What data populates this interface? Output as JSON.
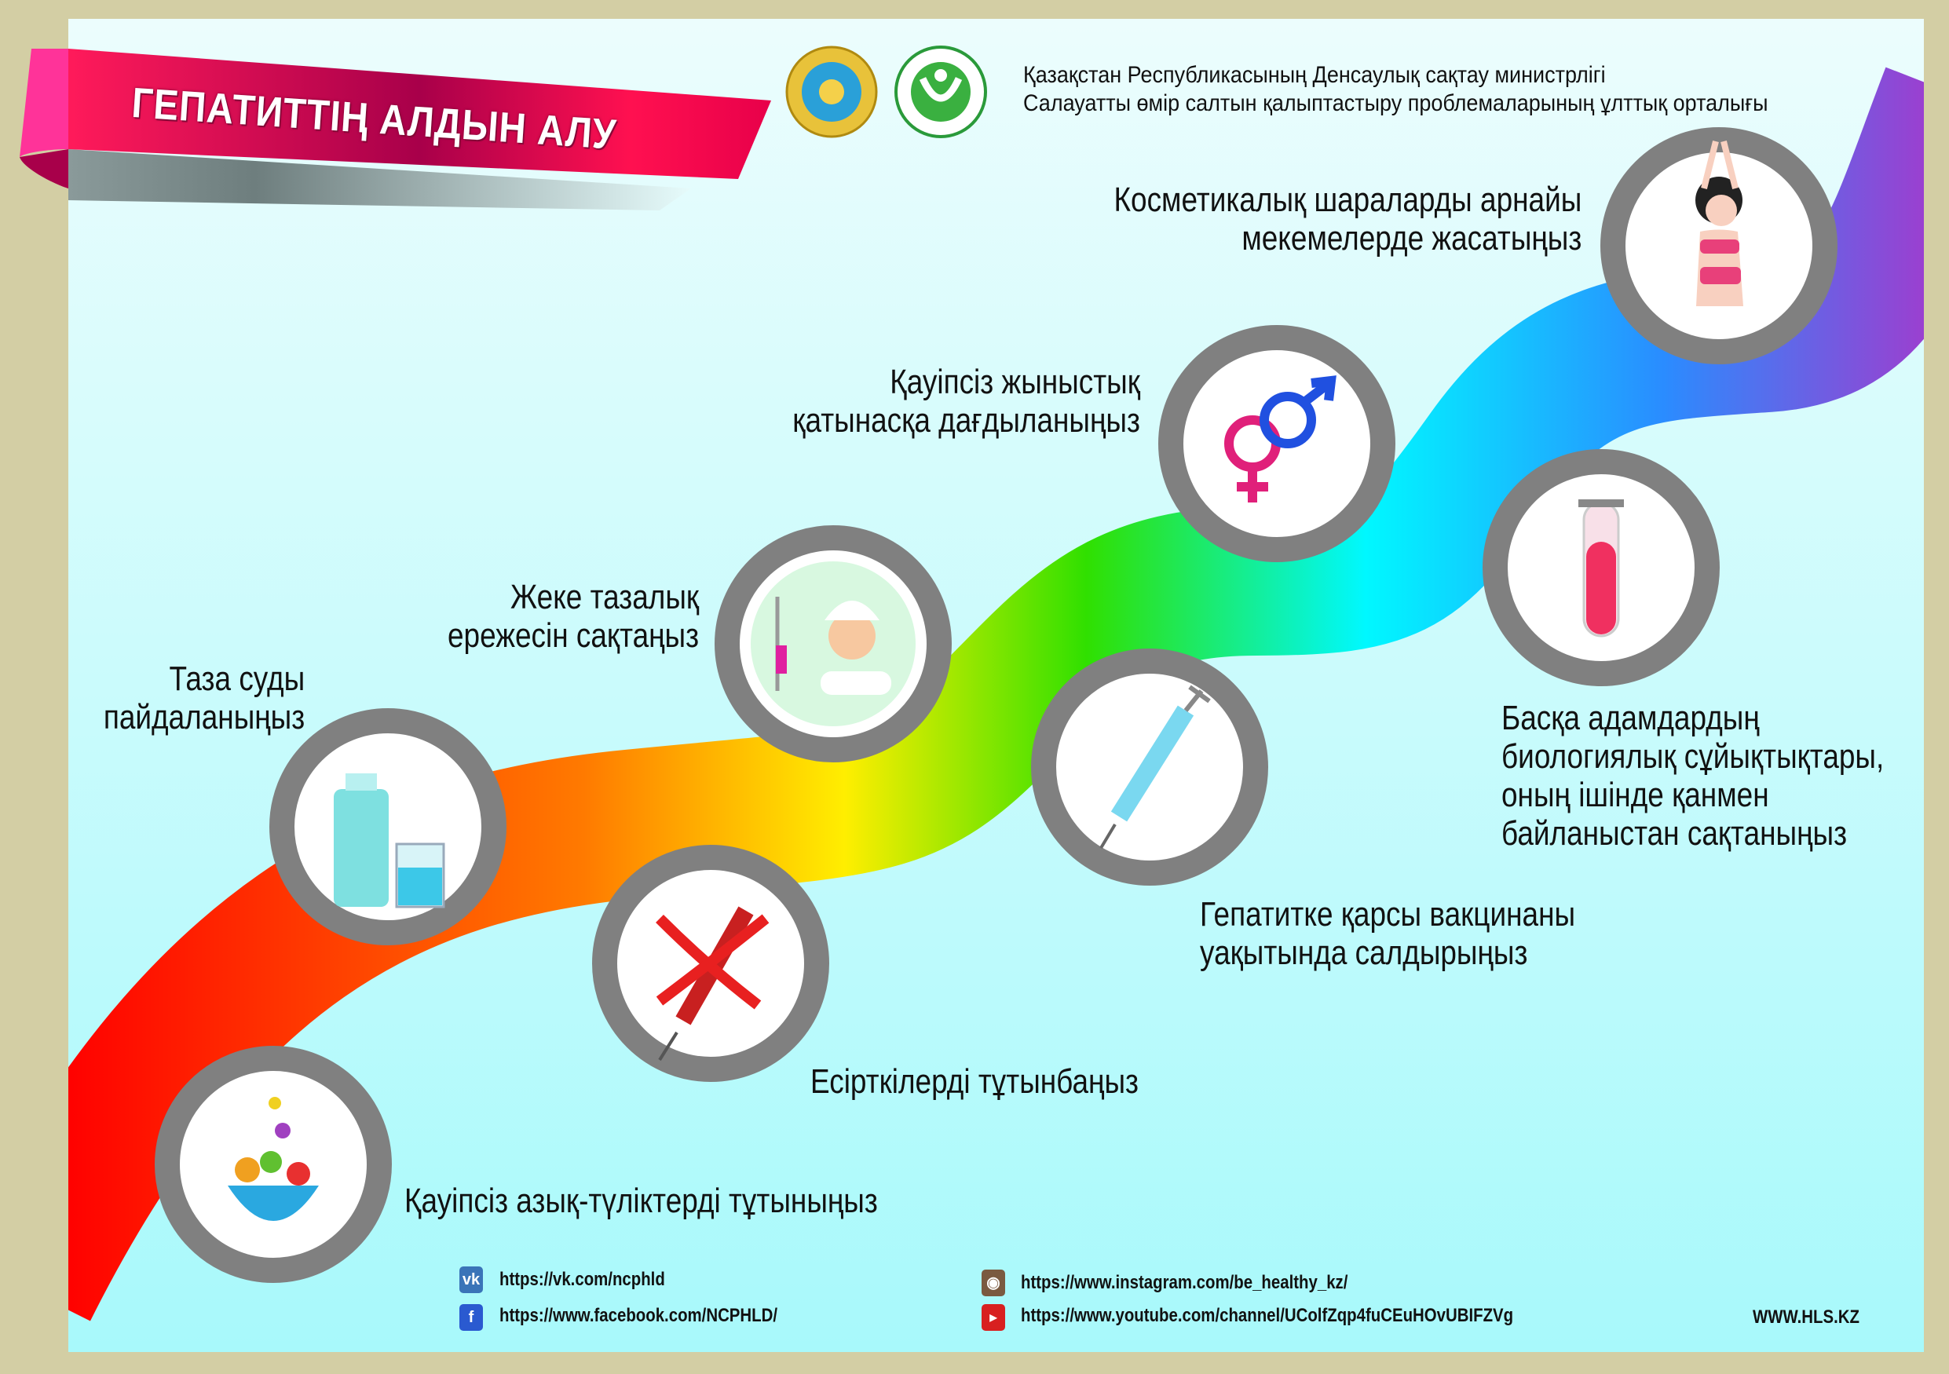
{
  "header": {
    "title": "ГЕПАТИТТІҢ АЛДЫН АЛУ",
    "org_line1": "Қазақстан Республикасының Денсаулық сақтау министрлігі",
    "org_line2": "Салауатты өмір салтын қалыптастыру проблемаларының ұлттық орталығы",
    "logos": [
      "emblem-of-kazakhstan",
      "ncphld-logo"
    ]
  },
  "steps": [
    {
      "icon": "fruit-bowl-icon",
      "lines": [
        "Қауіпсіз азық-түліктерді тұтыныңыз"
      ]
    },
    {
      "icon": "water-bottle-icon",
      "lines": [
        "Таза суды",
        "пайдаланыңыз"
      ]
    },
    {
      "icon": "crossed-syringe-icon",
      "lines": [
        "Есірткілерді тұтынбаңыз"
      ]
    },
    {
      "icon": "shower-icon",
      "lines": [
        "Жеке тазалық",
        "ережесін сақтаңыз"
      ]
    },
    {
      "icon": "vaccine-syringe-icon",
      "lines": [
        "Гепатитке қарсы вакцинаны",
        "уақытында салдырыңыз"
      ]
    },
    {
      "icon": "gender-symbols-icon",
      "lines": [
        "Қауіпсіз жыныстық",
        "қатынасқа дағдыланыңыз"
      ]
    },
    {
      "icon": "test-tube-icon",
      "lines": [
        "Басқа адамдардың",
        "биологиялық сұйықтықтары,",
        "оның ішінде қанмен",
        "байланыстан сақтаныңыз"
      ]
    },
    {
      "icon": "tattooed-woman-icon",
      "lines": [
        "Косметикалық шараларды арнайы",
        "мекемелерде жасатыңыз"
      ]
    }
  ],
  "footer": {
    "vk": "https://vk.com/ncphld",
    "facebook": "https://www.facebook.com/NCPHLD/",
    "instagram": "https://www.instagram.com/be_healthy_kz/",
    "youtube": "https://www.youtube.com/channel/UColfZqp4fuCEuHOvUBIFZVg",
    "site": "WWW.HLS.KZ"
  },
  "colors": {
    "ribbon": "#e0004f",
    "ring": "#808080",
    "border": "#d3cea4"
  }
}
